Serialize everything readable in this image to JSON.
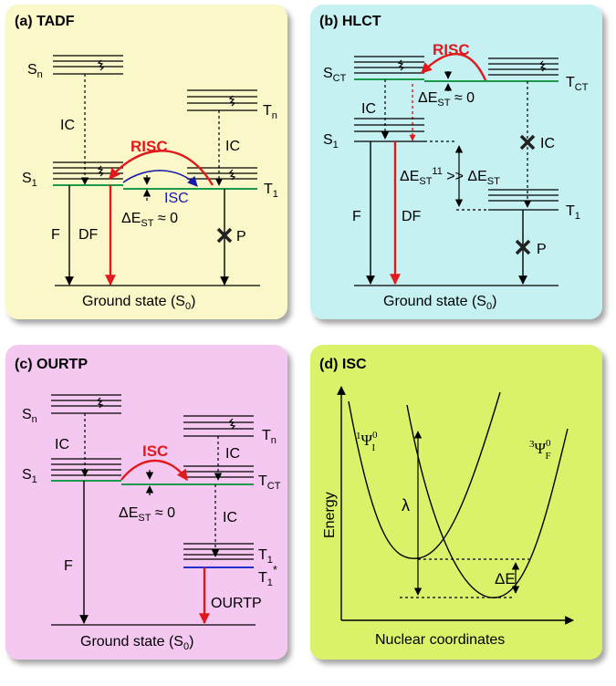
{
  "panels": {
    "a": {
      "title": "(a) TADF",
      "bg": "#faf7c9",
      "labels": {
        "sn": "S",
        "sn_sub": "n",
        "tn": "T",
        "tn_sub": "n",
        "s1": "S",
        "s1_sub": "1",
        "t1": "T",
        "t1_sub": "1",
        "ic1": "IC",
        "ic2": "IC",
        "risc": "RISC",
        "isc": "ISC",
        "dest": "ΔE",
        "dest_sub": "ST",
        "dest_val": " ≈ 0",
        "f": "F",
        "df": "DF",
        "p": "P",
        "ground": "Ground state (S",
        "ground_sub": "0",
        "ground_end": ")"
      }
    },
    "b": {
      "title": "(b) HLCT",
      "bg": "#c6f1f2",
      "labels": {
        "sct": "S",
        "sct_sub": "CT",
        "tct": "T",
        "tct_sub": "CT",
        "s1": "S",
        "s1_sub": "1",
        "t1": "T",
        "t1_sub": "1",
        "risc": "RISC",
        "ic1": "IC",
        "ic2": "IC",
        "dest": "ΔE",
        "dest_sub": "ST",
        "dest_val": " ≈ 0",
        "dest2": "ΔE",
        "dest2_sub": "ST",
        "dest2_sup": "11",
        "dest2_mid": " >> ΔE",
        "dest2_sub2": "ST",
        "f": "F",
        "df": "DF",
        "p": "P",
        "ground": "Ground state (S",
        "ground_sub": "0",
        "ground_end": ")"
      }
    },
    "c": {
      "title": "(c) OURTP",
      "bg": "#f4c8f0",
      "labels": {
        "sn": "S",
        "sn_sub": "n",
        "tn": "T",
        "tn_sub": "n",
        "s1": "S",
        "s1_sub": "1",
        "tct": "T",
        "tct_sub": "CT",
        "ic1": "IC",
        "ic2": "IC",
        "ic3": "IC",
        "isc": "ISC",
        "dest": "ΔE",
        "dest_sub": "ST",
        "dest_val": " ≈ 0",
        "t1": "T",
        "t1_sub": "1",
        "t1s": "T",
        "t1s_sub": "1",
        "t1s_sup": "*",
        "f": "F",
        "ourtp": "OURTP",
        "ground": "Ground state (S",
        "ground_sub": "0",
        "ground_end": ")"
      }
    },
    "d": {
      "title": "(d) ISC",
      "bg": "#d9f26a",
      "labels": {
        "ylabel": "Energy",
        "xlabel": "Nuclear coordinates",
        "lambda": "λ",
        "de": "ΔE",
        "psi1_pre": "1",
        "psi1": "Ψ",
        "psi1_sup": "0",
        "psi1_sub": "I",
        "psi3_pre": "3",
        "psi3": "Ψ",
        "psi3_sup": "0",
        "psi3_sub": "F"
      }
    }
  },
  "colors": {
    "red": "#e0191c",
    "blue": "#1a1aa8",
    "green": "#1a9a4a",
    "level_blue": "#2030d0"
  }
}
